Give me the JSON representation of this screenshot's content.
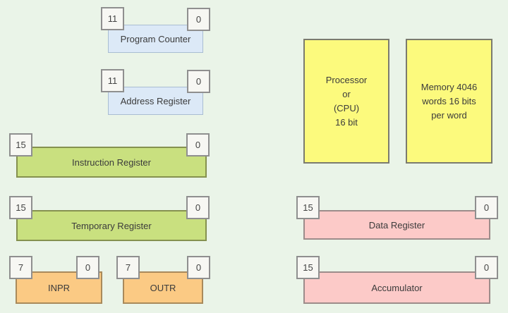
{
  "registers": {
    "pc": {
      "label": "Program Counter",
      "high_bit": "11",
      "low_bit": "0"
    },
    "ar": {
      "label": "Address Register",
      "high_bit": "11",
      "low_bit": "0"
    },
    "ir": {
      "label": "Instruction Register",
      "high_bit": "15",
      "low_bit": "0"
    },
    "tr": {
      "label": "Temporary Register",
      "high_bit": "15",
      "low_bit": "0"
    },
    "inpr": {
      "label": "INPR",
      "high_bit": "7",
      "low_bit": "0"
    },
    "outr": {
      "label": "OUTR",
      "high_bit": "7",
      "low_bit": "0"
    },
    "dr": {
      "label": "Data Register",
      "high_bit": "15",
      "low_bit": "0"
    },
    "ac": {
      "label": "Accumulator",
      "high_bit": "15",
      "low_bit": "0"
    }
  },
  "blocks": {
    "processor": {
      "lines": [
        "Processor",
        "or",
        "(CPU)",
        "16 bit"
      ]
    },
    "memory": {
      "lines": [
        "Memory 4046",
        "words 16 bits",
        "per word"
      ]
    }
  },
  "colors": {
    "background": "#eaf4e8",
    "register_blue": "#dce9f7",
    "register_green": "#c9e07f",
    "register_orange": "#fbca84",
    "register_pink": "#fccac8",
    "block_yellow": "#fcfa7d",
    "bit_box": "#f7f7f3"
  }
}
